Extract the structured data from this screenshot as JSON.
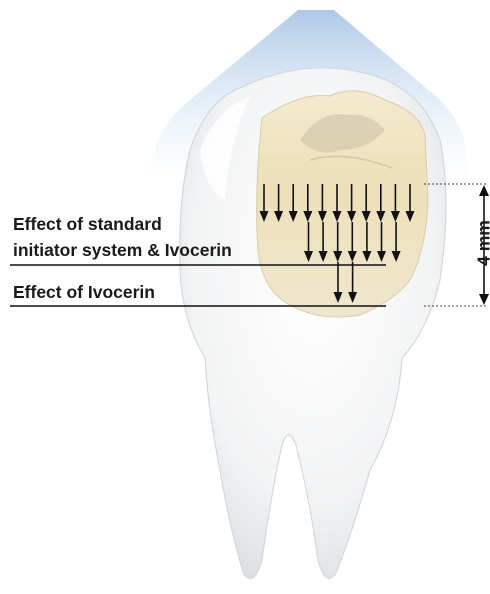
{
  "labels": {
    "effect_standard_line1": "Effect of standard",
    "effect_standard_line2": "initiator system & Ivocerin",
    "effect_ivocerin": "Effect of Ivocerin",
    "depth": "4 mm"
  },
  "arrows": {
    "row_counts": [
      11,
      7,
      2
    ]
  },
  "colors": {
    "light_cone": "#c9dcef",
    "tooth_enamel": "#f4f5f6",
    "cavity_fill": "#efe3c0",
    "arrow": "#111111",
    "dotted_guide": "#444444"
  }
}
